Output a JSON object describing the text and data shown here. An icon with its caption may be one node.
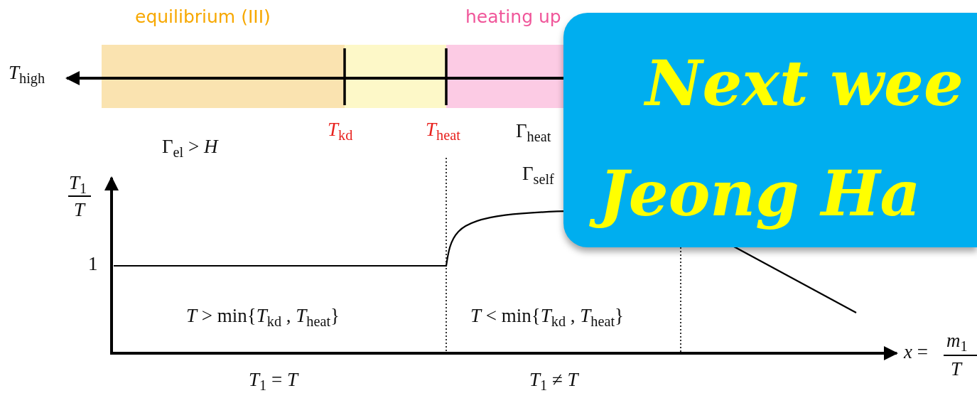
{
  "diagram": {
    "nodes": [
      {
        "text": [
          "Next wee",
          "Jeong Ha"
        ]
      }
    ],
    "labels": [
      "equilibrium (III)",
      "heating up",
      "*T*$_{high}$",
      "*T*$_{kd}$",
      "*T*$_{heat}$",
      "Γ$_{heat}$",
      "Γ$_{el}$ > *H*",
      "Γ$_{self}$",
      "*T*$_{1}$",
      "*T*",
      "1",
      "*T* > min{*T*$_{kd}$ , *T*$_{heat}$}",
      "*T* < min{*T*$_{kd}$ , *T*$_{heat}$}",
      "*x* =",
      "*m*$_{1}$",
      "*T*",
      "*T*$_{1}$ = *T*",
      "*T*$_{1}$ ≠ *T*"
    ]
  }
}
